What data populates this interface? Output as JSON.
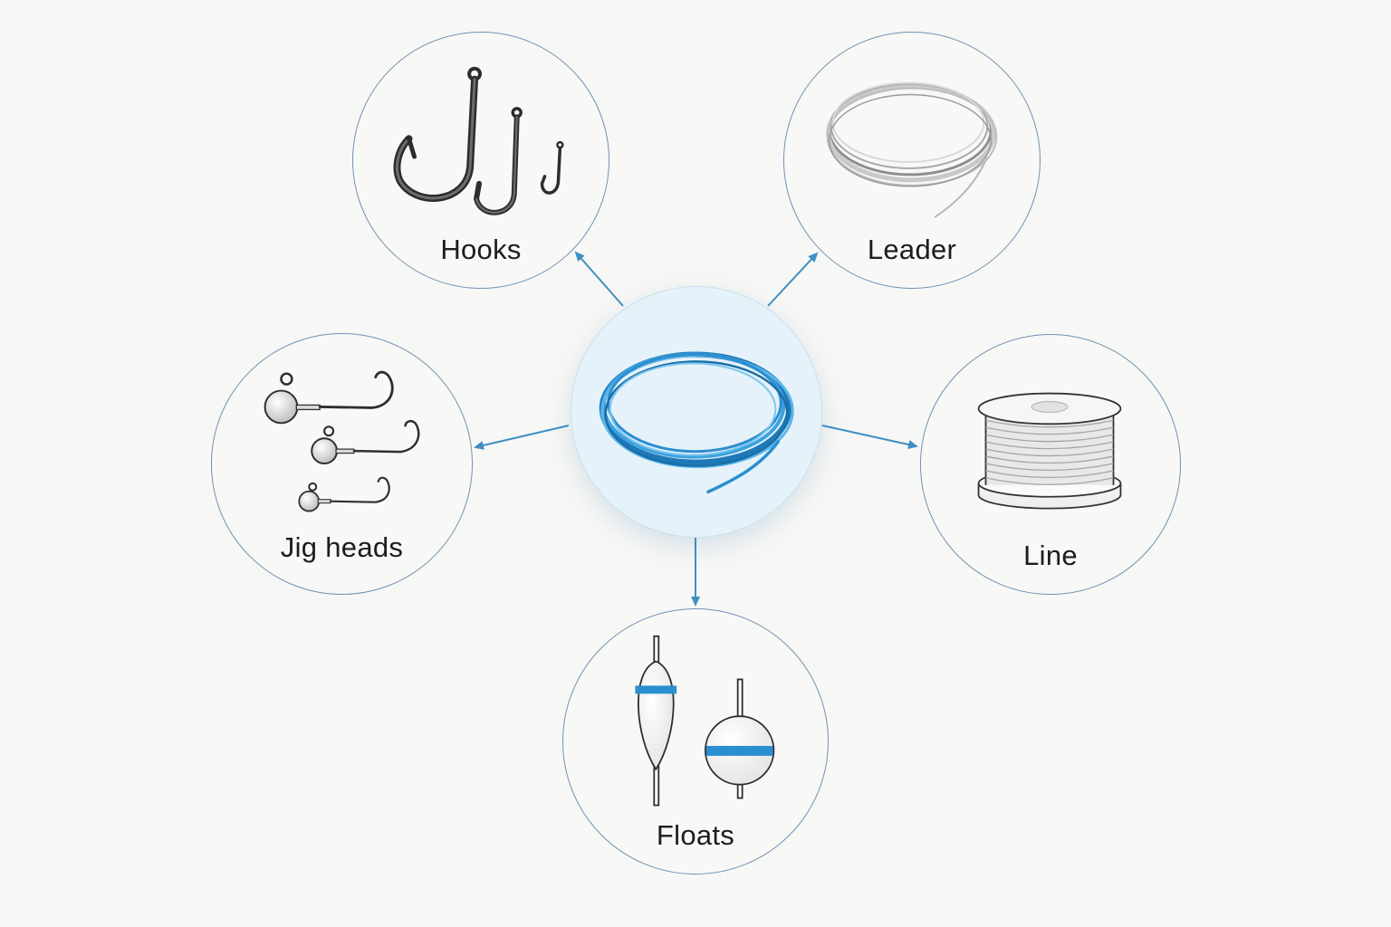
{
  "diagram": {
    "center": {
      "name": "fishing-line-coil",
      "icon": "blue-line-coil-icon"
    },
    "nodes": [
      {
        "id": "hooks",
        "label": "Hooks",
        "icon": "hooks-icon"
      },
      {
        "id": "leader",
        "label": "Leader",
        "icon": "leader-coil-icon"
      },
      {
        "id": "jig",
        "label": "Jig heads",
        "icon": "jig-heads-icon"
      },
      {
        "id": "line",
        "label": "Line",
        "icon": "line-spool-icon"
      },
      {
        "id": "floats",
        "label": "Floats",
        "icon": "floats-icon"
      }
    ],
    "colors": {
      "accent": "#2a8fd0",
      "arrow": "#3f8fc4",
      "node_border": "#6f93b4",
      "float_band": "#2a8fd0",
      "background": "#f7f7f5"
    }
  }
}
